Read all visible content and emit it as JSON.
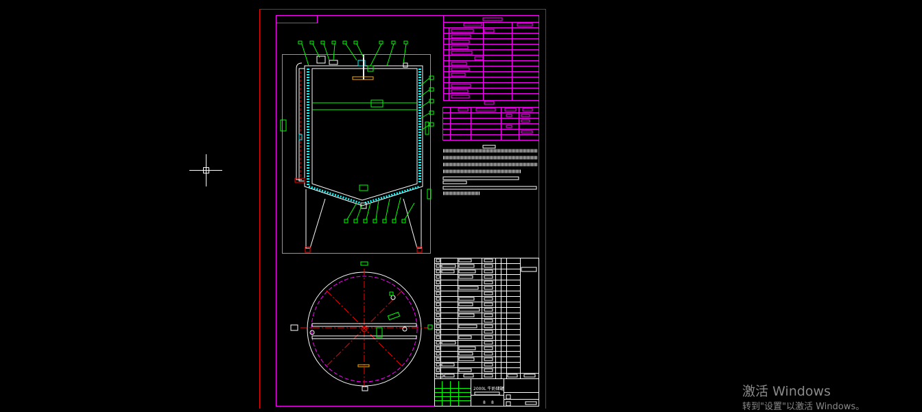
{
  "drawing": {
    "title_block_name": "2000L 牛奶储罐",
    "sheet_marks": [
      "8",
      "8"
    ],
    "crosshair_cursor": "crosshair-icon"
  },
  "watermark": {
    "title": "激活 Windows",
    "subtitle": "转到\"设置\"以激活 Windows。"
  },
  "colors": {
    "background": "#000000",
    "border": "#ff0000",
    "frame": "#ff00ff",
    "geometry": "#ffffff",
    "leaders": "#00ff00",
    "centerline": "#ff0000",
    "hatch": "#00ffff"
  }
}
